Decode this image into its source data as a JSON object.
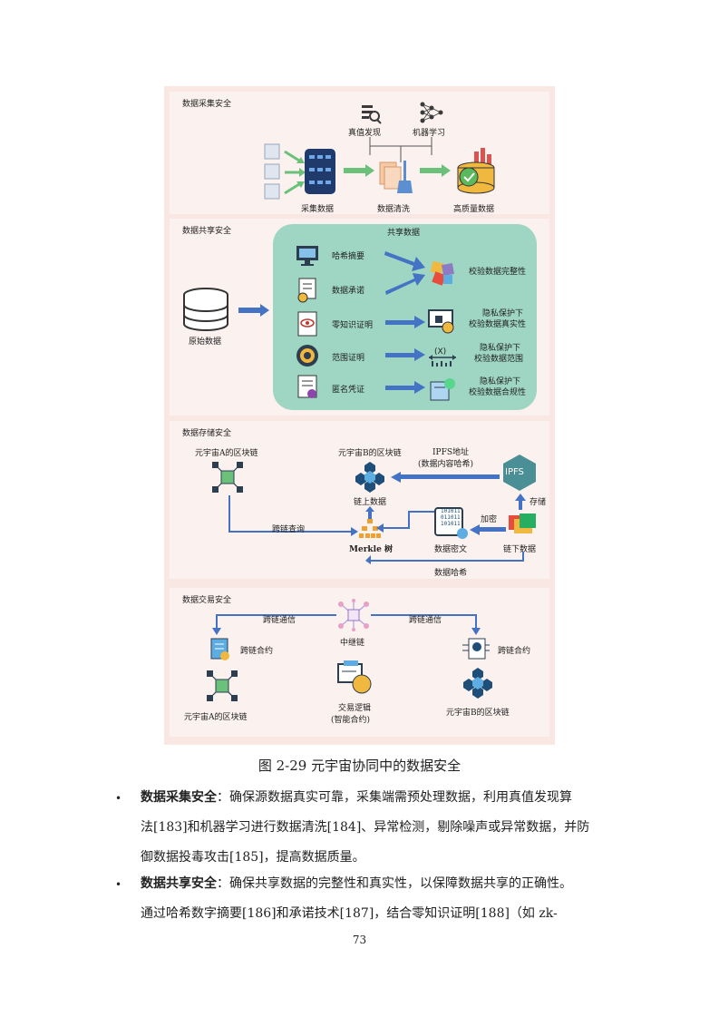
{
  "figure": {
    "panel1": {
      "title": "数据采集安全",
      "truth_discovery": "真值发现",
      "machine_learning": "机器学习",
      "collect_data": "采集数据",
      "data_cleaning": "数据清洗",
      "high_quality_data": "高质量数据"
    },
    "panel2": {
      "title": "数据共享安全",
      "shared_data": "共享数据",
      "raw_data": "原始数据",
      "methods": [
        "哈希摘要",
        "数据承诺",
        "零知识证明",
        "范围证明",
        "匿名凭证"
      ],
      "results": [
        [
          "校验数据完整性"
        ],
        [
          "隐私保护下",
          "校验数据真实性"
        ],
        [
          "隐私保护下",
          "校验数据范围"
        ],
        [
          "隐私保护下",
          "校验数据合规性"
        ]
      ]
    },
    "panel3": {
      "title": "数据存储安全",
      "chain_a": "元宇宙A的区块链",
      "chain_b": "元宇宙B的区块链",
      "ipfs_addr": "IPFS地址",
      "ipfs_addr_sub": "(数据内容哈希)",
      "ipfs": "IPFS",
      "store": "存储",
      "on_chain": "链上数据",
      "cross_query": "跨链查询",
      "encrypt": "加密",
      "merkle": "Merkle 树",
      "ciphertext": "数据密文",
      "off_chain": "链下数据",
      "data_hash": "数据哈希",
      "bits": [
        "101011",
        "011011",
        "101011"
      ]
    },
    "panel4": {
      "title": "数据交易安全",
      "cross_comm_left": "跨链通信",
      "cross_comm_right": "跨链通信",
      "relay_chain": "中继链",
      "contract_left": "跨链合约",
      "contract_right": "跨链合约",
      "chain_a": "元宇宙A的区块链",
      "chain_b": "元宇宙B的区块链",
      "trade_logic": "交易逻辑",
      "smart_contract": "(智能合约)"
    }
  },
  "caption": "图 2-29 元宇宙协同中的数据安全",
  "paragraphs": [
    {
      "bullet": "•",
      "title": "数据采集安全",
      "lines": [
        "：确保源数据真实可靠，采集端需预处理数据，利用真值发现算",
        "法[183]和机器学习进行数据清洗[184]、异常检测，剔除噪声或异常数据，并防",
        "御数据投毒攻击[185]，提高数据质量。"
      ]
    },
    {
      "bullet": "•",
      "title": "数据共享安全",
      "lines": [
        "：确保共享数据的完整性和真实性，以保障数据共享的正确性。",
        "通过哈希数字摘要[186]和承诺技术[187]，结合零知识证明[188]（如  zk-"
      ]
    }
  ],
  "page_number": "73",
  "colors": {
    "figure_bg": "#f9e7e4",
    "panel_bg": "#fbf1ef",
    "green_box": "#9ed6c3",
    "arrow_green": "#6cc17a",
    "arrow_blue": "#4472c4",
    "db_navy": "#1f3a6b"
  }
}
